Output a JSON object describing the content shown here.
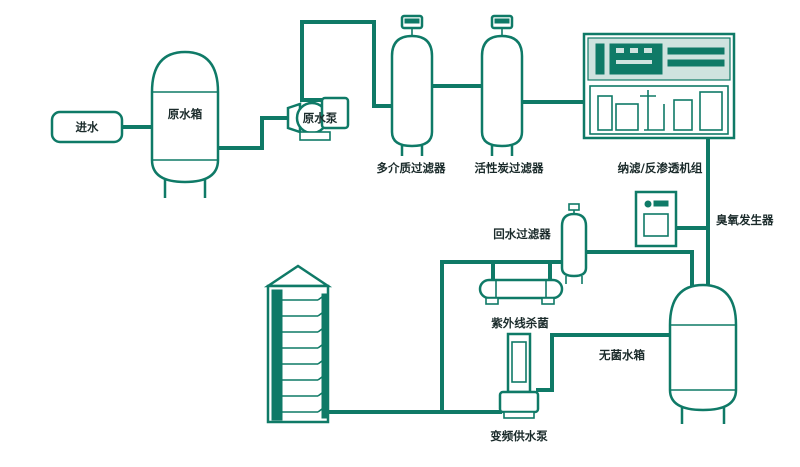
{
  "labels": {
    "inlet": "进水",
    "raw_tank": "原水箱",
    "raw_pump": "原水泵",
    "multimedia_filter": "多介质过滤器",
    "carbon_filter": "活性炭过滤器",
    "ro_unit": "纳滤/反渗透机组",
    "ozone_generator": "臭氧发生器",
    "return_filter": "回水过滤器",
    "uv_sterilizer": "紫外线杀菌",
    "sterile_tank": "无菌水箱",
    "vfd_pump": "变频供水泵"
  },
  "colors": {
    "pipe": "#0f7a67",
    "background": "#ffffff"
  }
}
